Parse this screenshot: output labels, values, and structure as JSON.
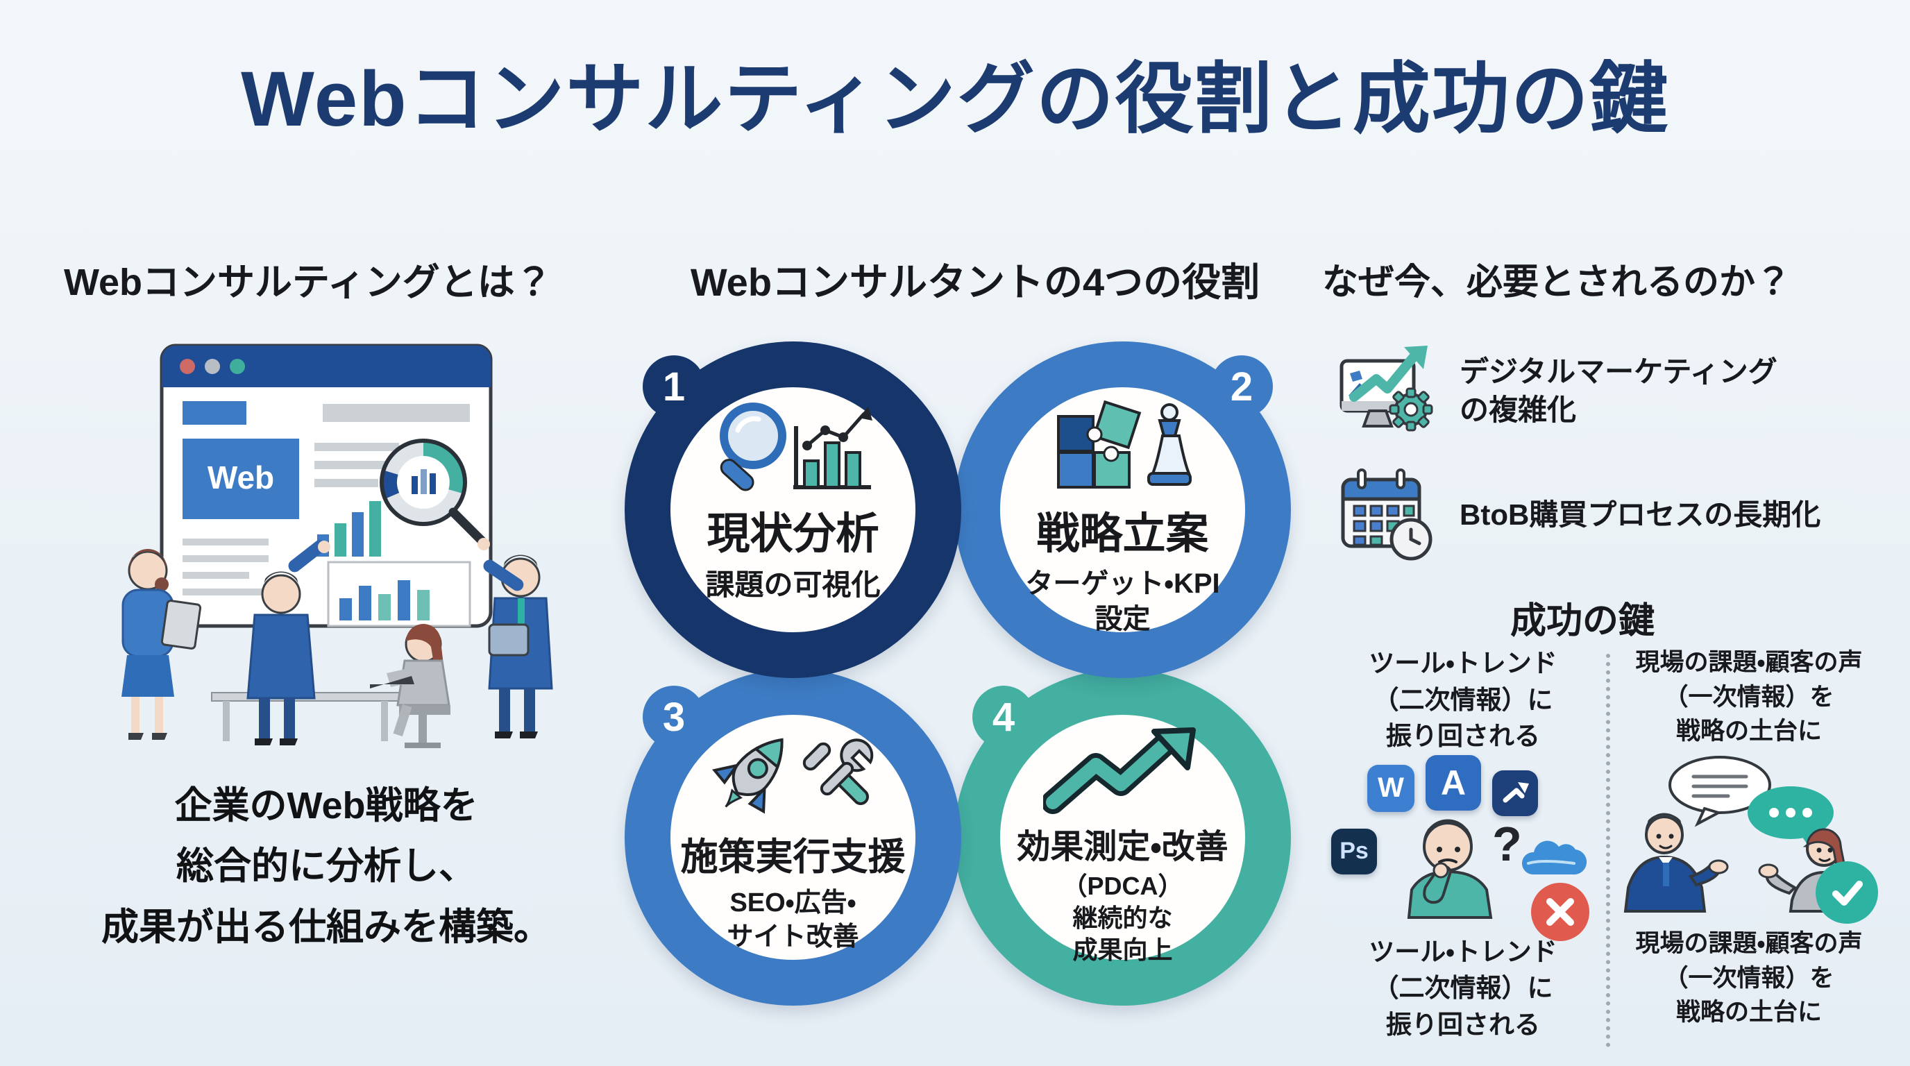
{
  "title": "Webコンサルティングの役割と成功の鍵",
  "left": {
    "header": "Webコンサルティングとは？",
    "browser_label": "Web",
    "summary_lines": [
      "企業のWeb戦略を",
      "総合的に分析し、",
      "成果が出る仕組みを構築。"
    ]
  },
  "middle": {
    "header": "Webコンサルタントの4つの役割",
    "roles": [
      {
        "number": "1",
        "title": "現状分析",
        "subtitle_lines": [
          "課題の可視化"
        ],
        "color": "#16366b"
      },
      {
        "number": "2",
        "title": "戦略立案",
        "subtitle_lines": [
          "ターゲット・KPI",
          "設定"
        ],
        "color": "#3d7cc4"
      },
      {
        "number": "3",
        "title": "施策実行支援",
        "subtitle_lines": [
          "SEO・広告・",
          "サイト改善"
        ],
        "color": "#3d7cc4"
      },
      {
        "number": "4",
        "title": "効果測定・改善",
        "subtitle_lines": [
          "（PDCA）",
          "継続的な",
          "成果向上"
        ],
        "color": "#43b0a1"
      }
    ]
  },
  "right": {
    "header": "なぜ今、必要とされるのか？",
    "reasons": [
      {
        "icon": "monitor-growth-gear-icon",
        "lines": [
          "デジタルマーケティング",
          "の複雑化"
        ]
      },
      {
        "icon": "calendar-clock-icon",
        "lines": [
          "BtoB購買プロセスの長期化"
        ]
      }
    ],
    "key_header": "成功の鍵",
    "bad": {
      "top_lines": [
        "ツール・トレンド",
        "（二次情報）に",
        "振り回される"
      ],
      "badge_w": "W",
      "badge_a": "A",
      "badge_ps": "Ps",
      "question": "?",
      "bottom_lines": [
        "ツール・トレンド",
        "（二次情報）に",
        "振り回される"
      ]
    },
    "good": {
      "top_lines": [
        "現場の課題・顧客の声",
        "（一次情報）を",
        "戦略の土台に"
      ],
      "bottom_lines": [
        "現場の課題・顧客の声",
        "（一次情報）を",
        "戦略の土台に"
      ]
    }
  },
  "colors": {
    "title_navy": "#1c3b70",
    "ring_navy": "#16366b",
    "ring_blue": "#3d7cc4",
    "ring_teal": "#43b0a1",
    "bad_red": "#e05a4e",
    "good_green": "#2eb3a3"
  }
}
